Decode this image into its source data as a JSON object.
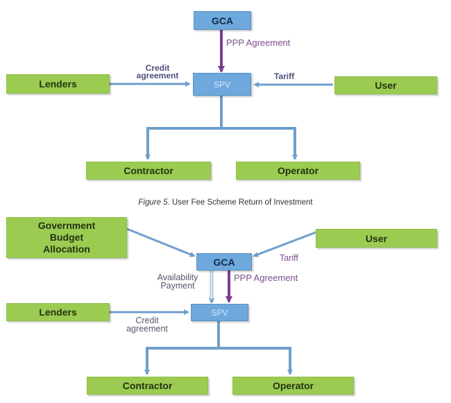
{
  "figure1": {
    "nodes": {
      "gca": "GCA",
      "spv": "SPV",
      "lenders": "Lenders",
      "user": "User",
      "contractor": "Contractor",
      "operator": "Operator"
    },
    "edges": {
      "ppp_agreement": "PPP Agreement",
      "credit_line1": "Credit",
      "credit_line2": "agreement",
      "tariff": "Tariff"
    }
  },
  "caption": {
    "figure_label": "Figure 5.",
    "text": " User Fee Scheme Return of Investment"
  },
  "figure2": {
    "nodes": {
      "government_line1": "Government",
      "government_line2": "Budget",
      "government_line3": "Allocation",
      "gca": "GCA",
      "spv": "SPV",
      "lenders": "Lenders",
      "user": "User",
      "contractor": "Contractor",
      "operator": "Operator"
    },
    "edges": {
      "availability_line1": "Availability",
      "availability_line2": "Payment",
      "ppp_agreement": "PPP Agreement",
      "credit_line1": "Credit",
      "credit_line2": "agreement",
      "tariff": "Tariff"
    }
  },
  "colors": {
    "node_green": "#9ccb52",
    "node_blue": "#6fa8dc",
    "arrow_blue": "#6f9fcc",
    "arrow_purple": "#7a3f8c"
  }
}
